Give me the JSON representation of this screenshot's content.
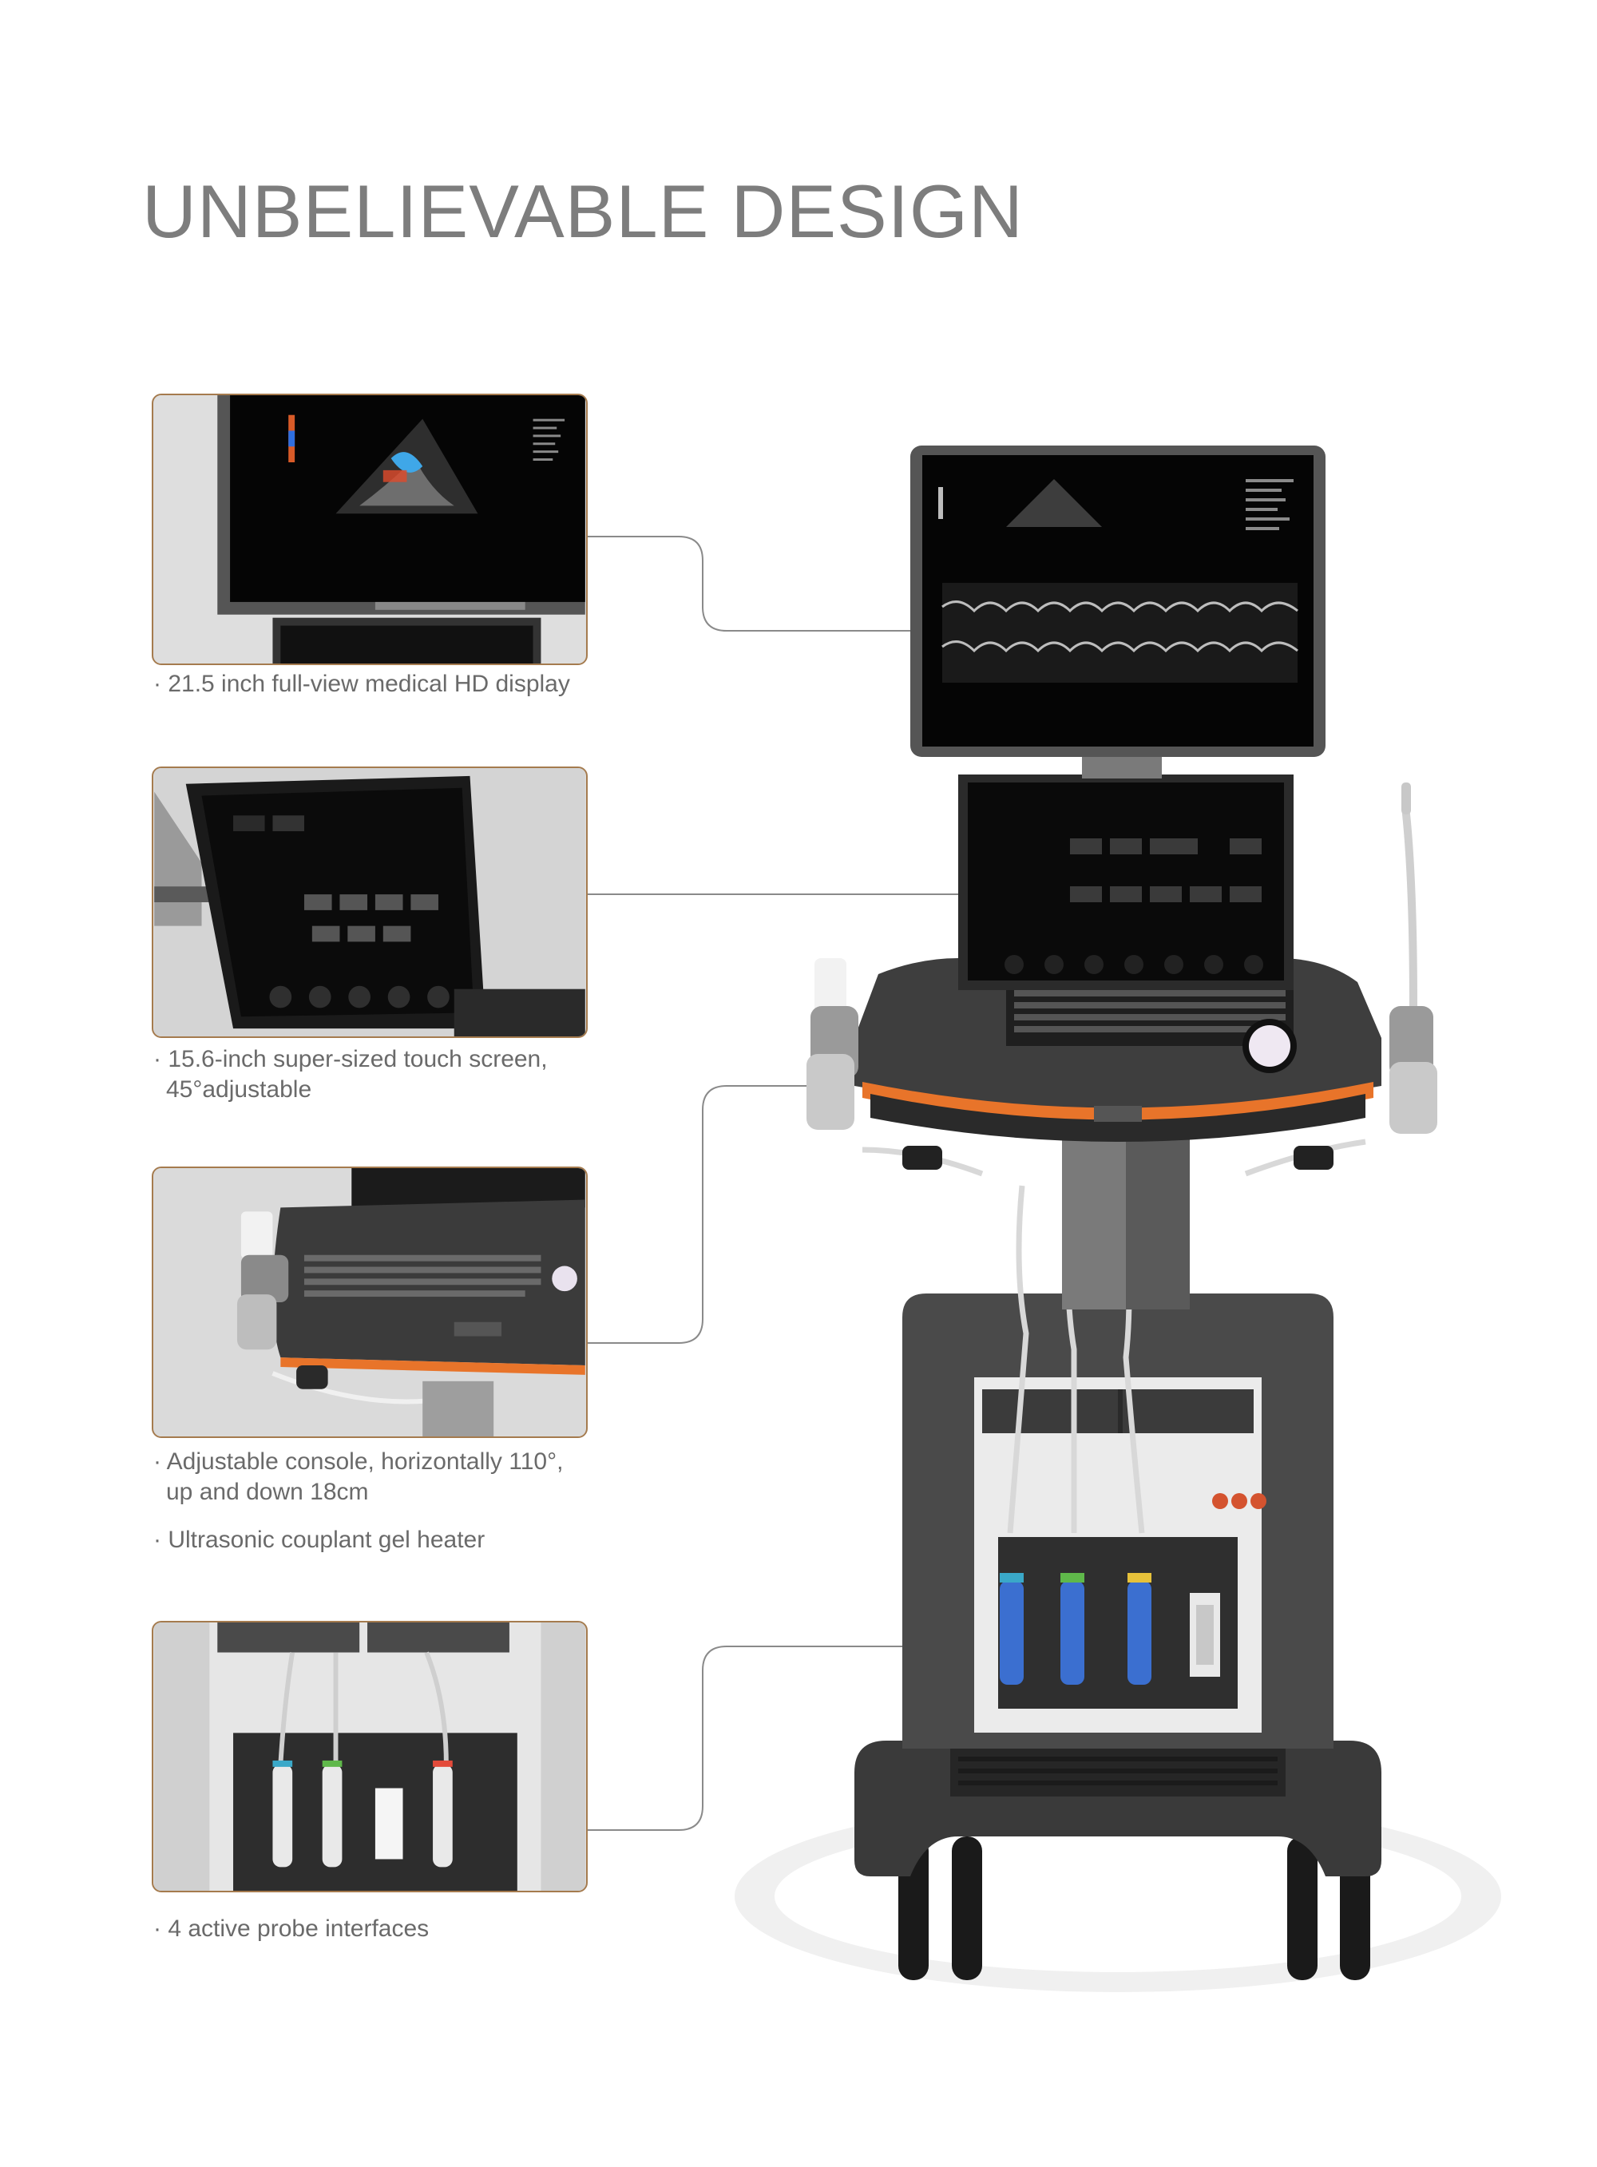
{
  "page": {
    "title": "UNBELIEVABLE DESIGN"
  },
  "features": [
    {
      "lines": [
        "· 21.5 inch full-view medical HD display"
      ]
    },
    {
      "lines": [
        "· 15.6-inch super-sized touch screen,",
        "45°adjustable"
      ]
    },
    {
      "lines": [
        "· Adjustable console, horizontally 110°,",
        "up and down 18cm"
      ]
    },
    {
      "lines": [
        "· Ultrasonic couplant gel heater"
      ]
    },
    {
      "lines": [
        "· 4 active probe interfaces"
      ]
    }
  ],
  "colors": {
    "title": "#7d7d7d",
    "caption": "#6a6a6a",
    "panel_border": "#a57b4e",
    "leader_line": "#8a8a8a",
    "accent_orange": "#e8742a",
    "probe_blue": "#3b6fd0"
  }
}
